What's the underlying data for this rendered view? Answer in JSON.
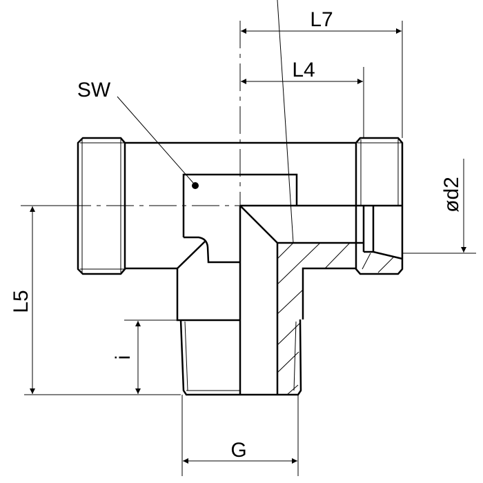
{
  "drawing": {
    "title": "Tee fitting technical drawing",
    "labels": {
      "l7": "L7",
      "l4": "L4",
      "sw": "SW",
      "d2": "ød2",
      "l5": "L5",
      "i": "i",
      "g": "G"
    },
    "colors": {
      "line": "#000000",
      "background": "#ffffff"
    }
  }
}
